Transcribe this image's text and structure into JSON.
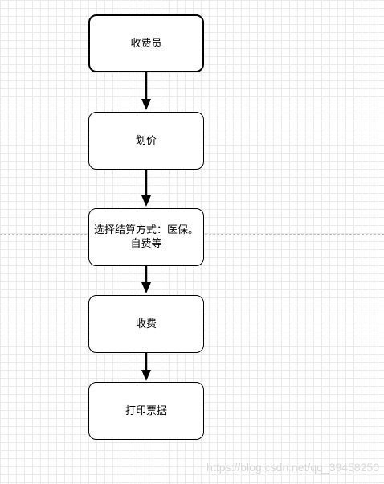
{
  "nodes": {
    "cashier": "收费员",
    "pricing": "划价",
    "settlement": "选择结算方式：医保。自费等",
    "charge": "收费",
    "print_receipt": "打印票据"
  },
  "watermark": "https://blog.csdn.net/qq_39458250",
  "colors": {
    "stroke": "#000000",
    "grid": "#eaeaea",
    "watermark": "#d8d8d8"
  }
}
